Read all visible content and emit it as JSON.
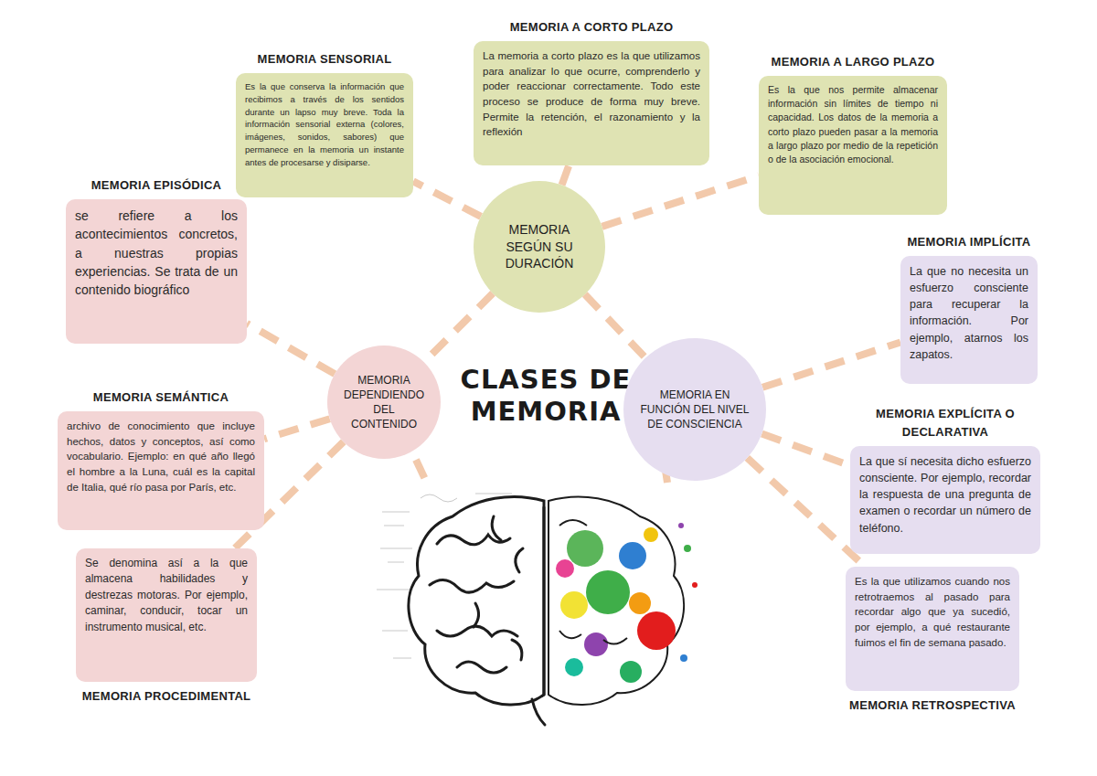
{
  "diagram": {
    "title": "CLASES DE MEMORIA",
    "nodes": [
      {
        "text": [
          "MEMORIA SENSORIAL",
          "Es la que conserva la información que recibimos a través de los sentidos durante un lapso muy breve. Toda la información sensorial externa (colores, imágenes, sonidos, sabores) que permanece en la memoria un instante antes de procesarse y disiparse."
        ]
      },
      {
        "text": [
          "MEMORIA A CORTO PLAZO",
          "La memoria a corto plazo es la que utilizamos para analizar lo que ocurre, comprenderlo y poder reaccionar correctamente. Todo este proceso se produce de forma muy breve. Permite la retención, el razonamiento y la reflexión"
        ]
      },
      {
        "text": [
          "MEMORIA A LARGO PLAZO",
          "Es la que nos permite almacenar información sin límites de tiempo ni capacidad. Los datos de la memoria a corto plazo pueden pasar a la memoria a largo plazo por medio de la repetición o de la asociación emocional."
        ]
      },
      {
        "text": [
          "MEMORIA EPISÓDICA",
          "se refiere a los acontecimientos concretos, a nuestras propias experiencias. Se trata de un contenido biográfico"
        ]
      },
      {
        "text": [
          "MEMORIA SEGÚN SU DURACIÓN"
        ]
      },
      {
        "text": [
          "MEMORIA IMPLÍCITA",
          "La que no necesita un esfuerzo consciente para recuperar la información. Por ejemplo, atarnos los zapatos."
        ]
      },
      {
        "text": [
          "MEMORIA DEPENDIENDO DEL CONTENIDO"
        ]
      },
      {
        "text": [
          "MEMORIA EN FUNCIÓN DEL NIVEL DE CONSCIENCIA"
        ]
      },
      {
        "text": [
          "MEMORIA SEMÁNTICA",
          "archivo de conocimiento que incluye hechos, datos y conceptos, así como vocabulario. Ejemplo: en qué año llegó el hombre a la Luna, cuál es la capital de Italia, qué río pasa por París, etc."
        ]
      },
      {
        "text": [
          "MEMORIA EXPLÍCITA O DECLARATIVA",
          "La que sí necesita dicho esfuerzo consciente. Por ejemplo, recordar la respuesta de una pregunta de examen o recordar un número de teléfono."
        ]
      },
      {
        "text": [
          "MEMORIA PROCEDIMENTAL",
          "Se denomina así a la que almacena habilidades y destrezas motoras. Por ejemplo, caminar, conducir, tocar un instrumento musical, etc."
        ]
      },
      {
        "text": [
          "MEMORIA RETROSPECTIVA",
          "Es la que utilizamos cuando nos retrotraemos al pasado para recordar algo que ya sucedió, por ejemplo, a qué restaurante fuimos el fin de semana pasado."
        ]
      }
    ],
    "edges": [
      {
        "from": 4,
        "to": 0,
        "arrow": "none"
      },
      {
        "from": 4,
        "to": 1,
        "arrow": "none"
      },
      {
        "from": 4,
        "to": 2,
        "arrow": "none"
      },
      {
        "from": 4,
        "to": 6,
        "arrow": "none"
      },
      {
        "from": 4,
        "to": 7,
        "arrow": "none"
      },
      {
        "from": 6,
        "to": 3,
        "arrow": "none"
      },
      {
        "from": 6,
        "to": 8,
        "arrow": "none"
      },
      {
        "from": 6,
        "to": 10,
        "arrow": "none"
      },
      {
        "from": 7,
        "to": 5,
        "arrow": "none"
      },
      {
        "from": 7,
        "to": 9,
        "arrow": "none"
      },
      {
        "from": 7,
        "to": 11,
        "arrow": "none"
      }
    ]
  }
}
